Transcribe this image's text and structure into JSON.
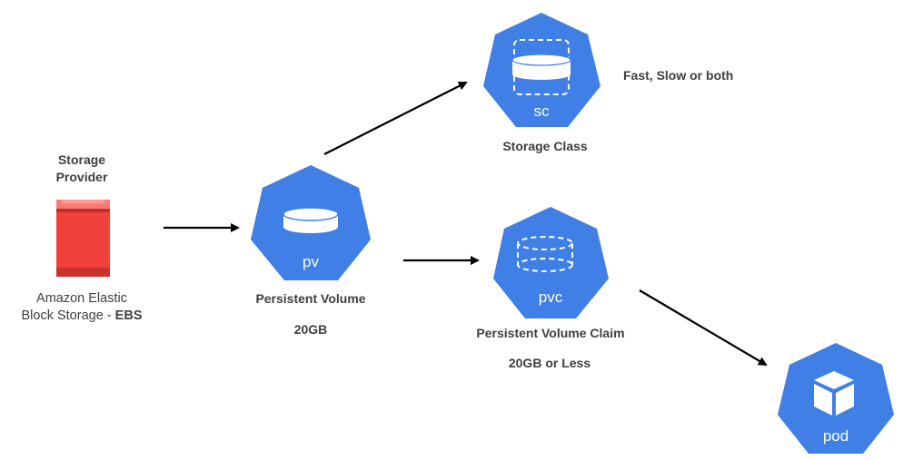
{
  "provider": {
    "title_line1": "Storage",
    "title_line2": "Provider",
    "desc_line1": "Amazon Elastic",
    "desc_line2_prefix": "Block Storage - ",
    "desc_line2_bold": "EBS"
  },
  "pv": {
    "icon_text": "pv",
    "label": "Persistent Volume",
    "size": "20GB"
  },
  "sc": {
    "icon_text": "sc",
    "label": "Storage Class",
    "note": "Fast, Slow or both"
  },
  "pvc": {
    "icon_text": "pvc",
    "label": "Persistent Volume Claim",
    "size": "20GB or Less"
  },
  "pod": {
    "icon_text": "pod"
  },
  "colors": {
    "k8s_blue": "#3f7fe6",
    "ebs_red": "#f0413a",
    "ebs_dark": "#c0302a",
    "arrow": "#000000"
  }
}
